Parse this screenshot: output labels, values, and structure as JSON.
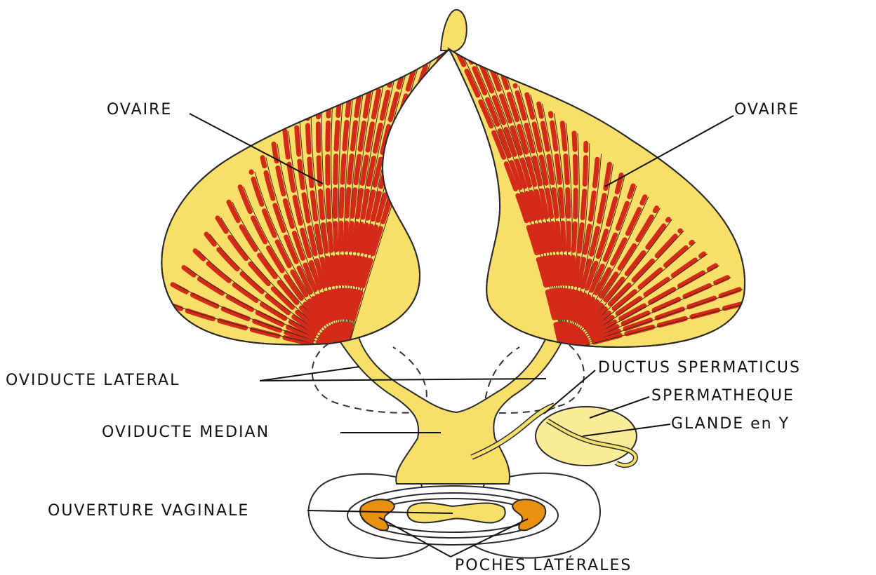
{
  "labels": {
    "ovaire_left": "OVAIRE",
    "ovaire_right": "OVAIRE",
    "oviducte_lateral": "OVIDUCTE  LATERAL",
    "ductus_spermaticus": "DUCTUS  SPERMATICUS",
    "spermatheque": "SPERMATHEQUE",
    "glande_en_y": "GLANDE en Y",
    "oviducte_median": "OVIDUCTE  MEDIAN",
    "ouverture_vaginale": "OUVERTURE VAGINALE",
    "poches_laterales": "POCHES LATÉRALES"
  },
  "colors": {
    "tissue": "#f7df6a",
    "tissue_light": "#fbec9a",
    "ovariole": "#d42a1a",
    "pouch": "#e8900f",
    "outline": "#2a2a2a"
  }
}
